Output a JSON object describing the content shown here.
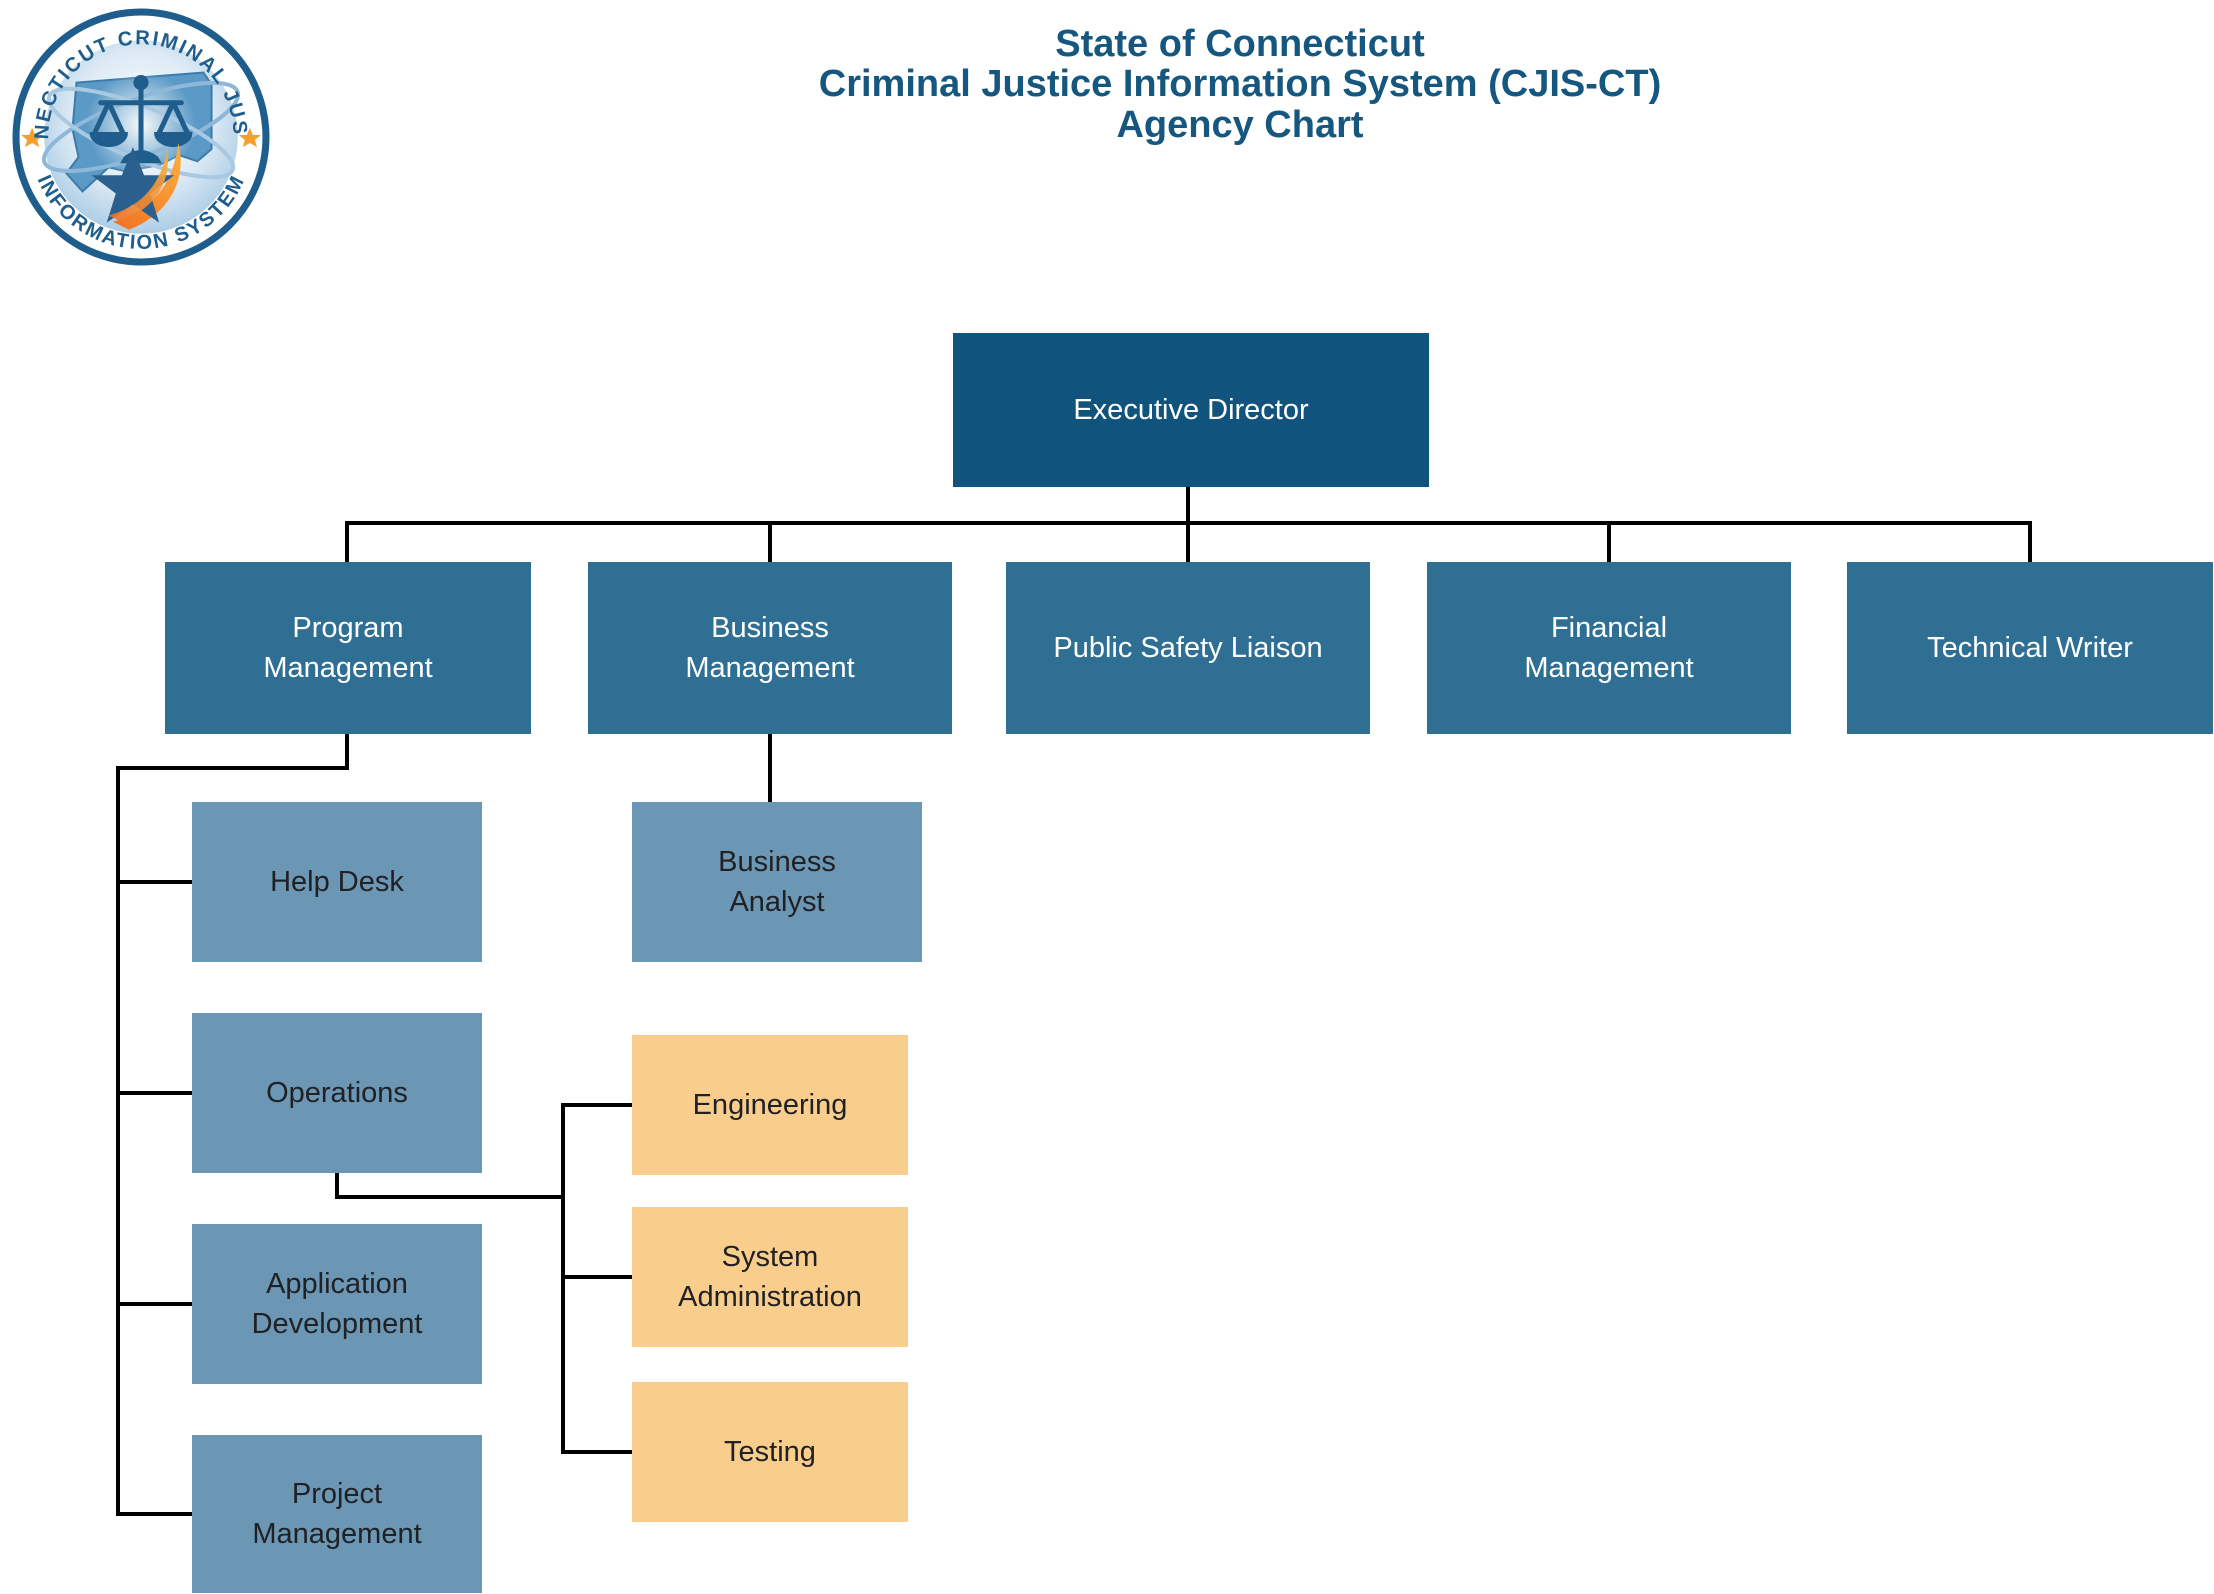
{
  "title": {
    "lines": [
      "State of Connecticut",
      "Criminal Justice Information System (CJIS-CT)",
      "Agency Chart"
    ],
    "color": "#15577f"
  },
  "logo": {
    "ring_text_top": "CONNECTICUT CRIMINAL JUSTICE",
    "ring_text_bottom": "INFORMATION SYSTEM",
    "elements": [
      "scales-of-justice",
      "connecticut-state-shape",
      "orbit-ellipses",
      "star-swoosh",
      "band-star-left",
      "band-star-right"
    ]
  },
  "org_chart": {
    "nodes": {
      "executive_director": {
        "label": "Executive Director",
        "level": 1,
        "reports_to": null,
        "color": "#10547d",
        "text_color": "#ffffff"
      },
      "program_management": {
        "label": "Program\nManagement",
        "level": 2,
        "reports_to": "executive_director",
        "color": "#306f94",
        "text_color": "#ffffff"
      },
      "business_management": {
        "label": "Business\nManagement",
        "level": 2,
        "reports_to": "executive_director",
        "color": "#306f94",
        "text_color": "#ffffff"
      },
      "public_safety_liaison": {
        "label": "Public Safety Liaison",
        "level": 2,
        "reports_to": "executive_director",
        "color": "#306f94",
        "text_color": "#ffffff"
      },
      "financial_management": {
        "label": "Financial\nManagement",
        "level": 2,
        "reports_to": "executive_director",
        "color": "#306f94",
        "text_color": "#ffffff"
      },
      "technical_writer": {
        "label": "Technical Writer",
        "level": 2,
        "reports_to": "executive_director",
        "color": "#306f94",
        "text_color": "#ffffff"
      },
      "help_desk": {
        "label": "Help Desk",
        "level": 3,
        "reports_to": "program_management",
        "color": "#6b97b5",
        "text_color": "#202124"
      },
      "operations": {
        "label": "Operations",
        "level": 3,
        "reports_to": "program_management",
        "color": "#6b97b5",
        "text_color": "#202124"
      },
      "application_development": {
        "label": "Application\nDevelopment",
        "level": 3,
        "reports_to": "program_management",
        "color": "#6b97b5",
        "text_color": "#202124"
      },
      "project_management": {
        "label": "Project\nManagement",
        "level": 3,
        "reports_to": "program_management",
        "color": "#6b97b5",
        "text_color": "#202124"
      },
      "business_analyst": {
        "label": "Business\nAnalyst",
        "level": 3,
        "reports_to": "business_management",
        "color": "#6b97b5",
        "text_color": "#202124"
      },
      "engineering": {
        "label": "Engineering",
        "level": 4,
        "reports_to": "operations",
        "color": "#f9ce8d",
        "text_color": "#202124"
      },
      "system_administration": {
        "label": "System\nAdministration",
        "level": 4,
        "reports_to": "operations",
        "color": "#f9ce8d",
        "text_color": "#202124"
      },
      "testing": {
        "label": "Testing",
        "level": 4,
        "reports_to": "operations",
        "color": "#f9ce8d",
        "text_color": "#202124"
      }
    },
    "connector_color": "#000000"
  }
}
